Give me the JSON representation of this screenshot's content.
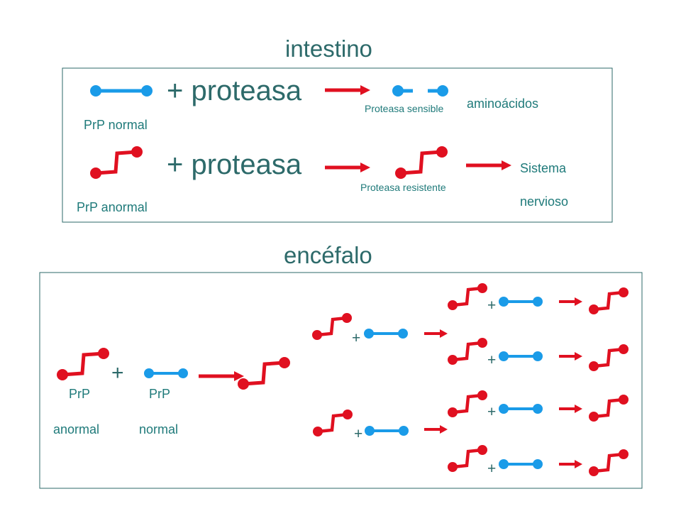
{
  "colors": {
    "normal": "#1a9be8",
    "abnormal": "#e01020",
    "arrow": "#e01020",
    "frame": "#2d6a6a",
    "text": "#2d6a6a"
  },
  "intestino": {
    "title": "intestino",
    "row1": {
      "plus_protease": "+ proteasa",
      "molecule_label": "PrP normal",
      "result_label": "Proteasa sensible",
      "outcome": "aminoácidos"
    },
    "row2": {
      "plus_protease": "+ proteasa",
      "molecule_label": "PrP anormal",
      "result_label": "Proteasa resistente",
      "outcome_line1": "Sistema",
      "outcome_line2": "nervioso"
    }
  },
  "encefalo": {
    "title": "encéfalo",
    "plus": "+",
    "small_plus": "+",
    "abnormal_label_line1": "PrP",
    "abnormal_label_line2": "anormal",
    "normal_label_line1": "PrP",
    "normal_label_line2": "normal"
  }
}
